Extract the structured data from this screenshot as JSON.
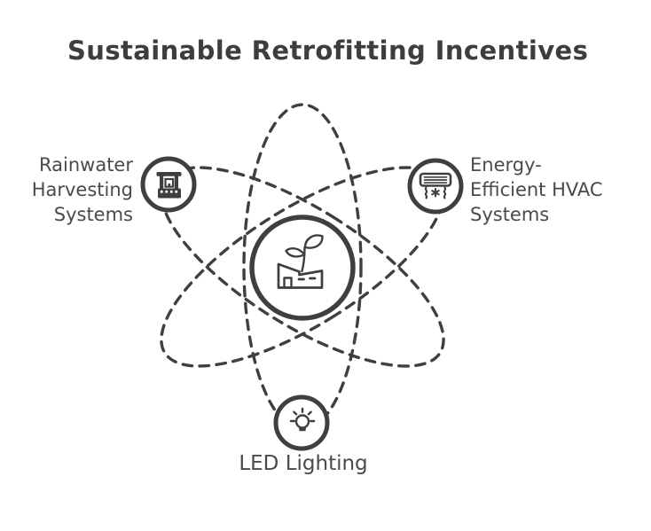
{
  "title": "Sustainable Retrofitting Incentives",
  "colors": {
    "stroke": "#3f3f3f",
    "label_text": "#4a4a4a",
    "title_text": "#3d3d3d",
    "background": "#ffffff"
  },
  "orbit_diagram": {
    "style": "atom-orbit diagram, three dashed ellipses around a central circled icon",
    "center_icon": "green-building-icon",
    "nodes": [
      {
        "id": "rainwater-harvesting",
        "icon": "water-well-icon",
        "position": "left",
        "lines": [
          "Rainwater",
          "Harvesting",
          "Systems"
        ]
      },
      {
        "id": "energy-efficient-hvac",
        "icon": "air-conditioner-icon",
        "position": "right",
        "lines": [
          "Energy-",
          "Efficient HVAC",
          "Systems"
        ]
      },
      {
        "id": "led-lighting",
        "icon": "lightbulb-icon",
        "position": "bottom",
        "lines": [
          "LED Lighting"
        ]
      }
    ]
  }
}
